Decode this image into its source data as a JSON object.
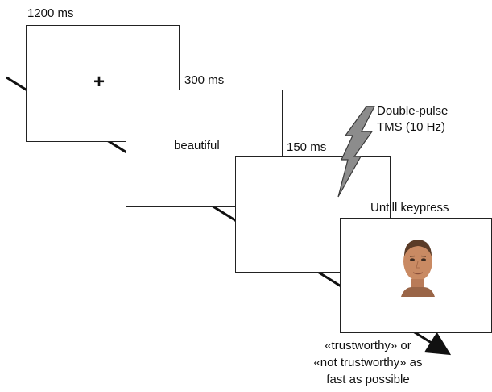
{
  "trial": {
    "frames": [
      {
        "duration": "1200 ms",
        "content": "+"
      },
      {
        "duration": "300 ms",
        "content": "beautiful"
      },
      {
        "duration": "150 ms",
        "content": ""
      },
      {
        "duration": "Untill keypress",
        "content": "face-image"
      }
    ],
    "tms": {
      "line1": "Double-pulse",
      "line2": "TMS (10 Hz)",
      "icon": "lightning-bolt-icon"
    },
    "response": {
      "line1": "«trustworthy» or",
      "line2": "«not trustworthy» as",
      "line3": "fast as possible"
    }
  },
  "colors": {
    "frame_border": "#222222",
    "timeline": "#111111",
    "bolt_fill": "#8c8c8c",
    "bolt_stroke": "#3a3a3a",
    "face_skin": "#c98a63",
    "face_hair": "#5a3b27"
  }
}
